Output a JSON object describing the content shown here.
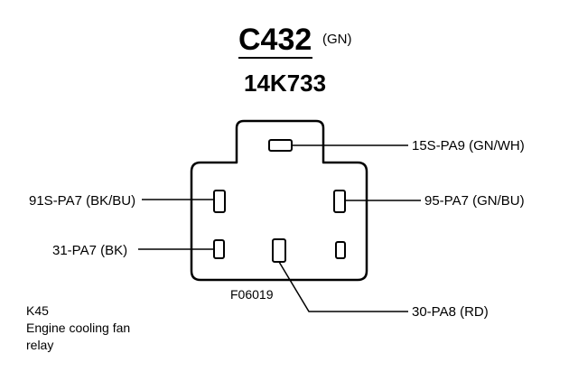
{
  "connector": {
    "id": "C432",
    "color": "(GN)",
    "part_number": "14K733"
  },
  "pins": [
    {
      "circuit": "15S-PA9 (GN/WH)"
    },
    {
      "circuit": "91S-PA7 (BK/BU)"
    },
    {
      "circuit": "95-PA7 (GN/BU)"
    },
    {
      "circuit": "31-PA7 (BK)"
    },
    {
      "circuit": "30-PA8 (RD)"
    }
  ],
  "figure_code": "F06019",
  "component": {
    "code": "K45",
    "name_line1": "Engine cooling fan",
    "name_line2": "relay"
  }
}
